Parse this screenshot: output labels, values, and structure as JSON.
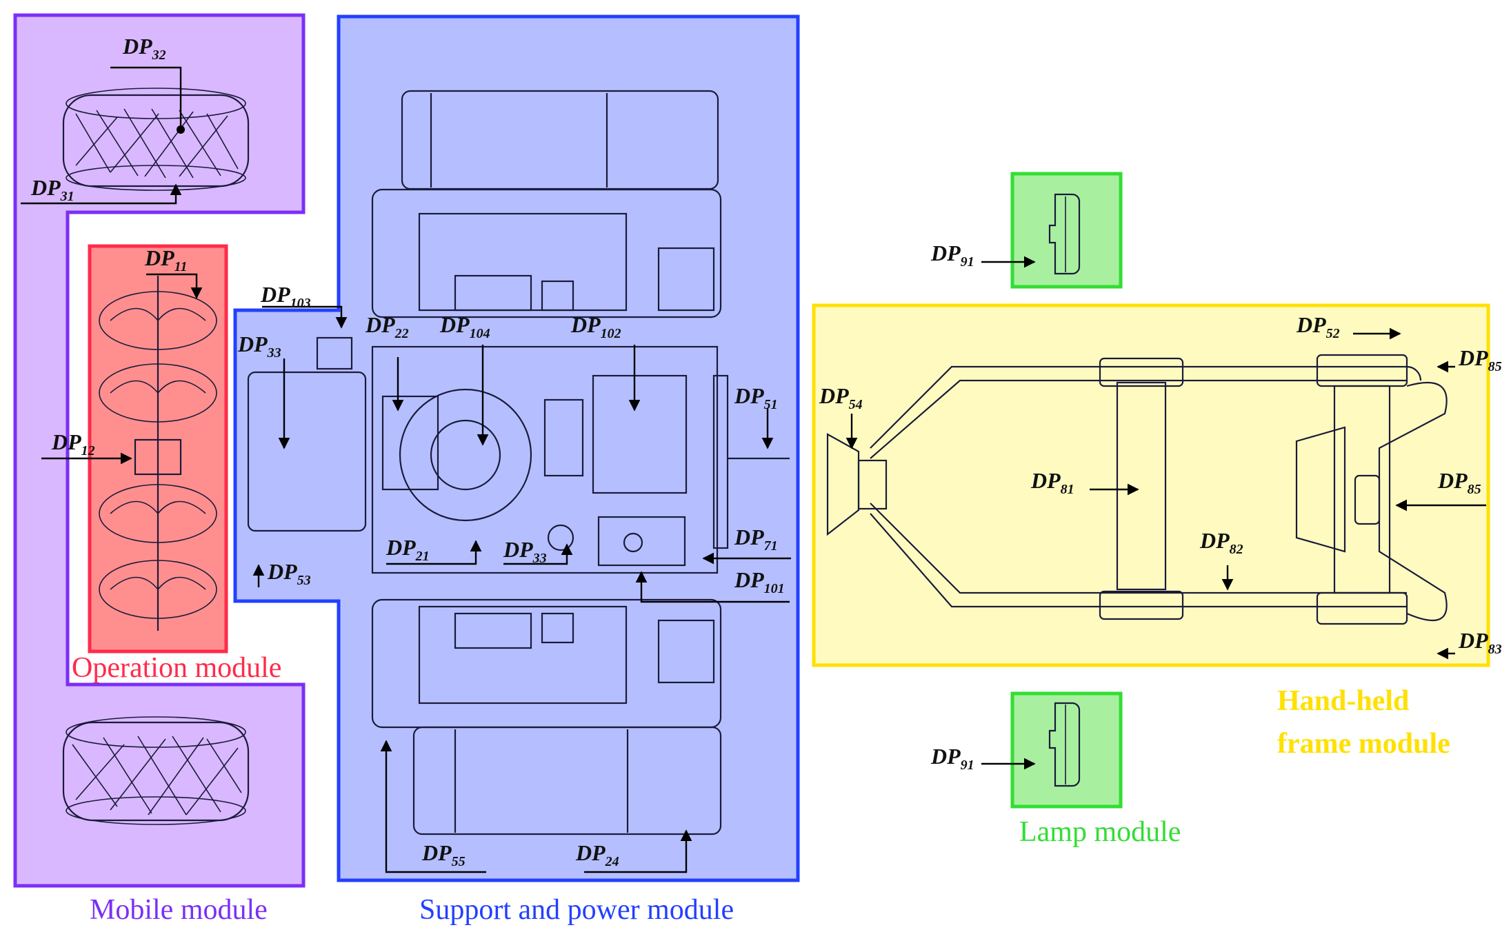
{
  "modules": {
    "mobile": {
      "label": "Mobile module",
      "color": "#7b2ff7",
      "fill": "#d9b8ff"
    },
    "operation": {
      "label": "Operation module",
      "color": "#ff2b4a",
      "fill": "#ff8f8f"
    },
    "support": {
      "label": "Support and power module",
      "color": "#2340ff",
      "fill": "#b5bfff"
    },
    "lamp": {
      "label": "Lamp module",
      "color": "#33dd33",
      "fill": "#a8f0a0"
    },
    "handheld": {
      "label_line1": "Hand-held",
      "label_line2": "frame module",
      "color": "#ffe000",
      "fill": "#fffbc0"
    }
  },
  "labels": {
    "dp32": {
      "base": "DP",
      "sub": "32"
    },
    "dp31": {
      "base": "DP",
      "sub": "31"
    },
    "dp11": {
      "base": "DP",
      "sub": "11"
    },
    "dp12": {
      "base": "DP",
      "sub": "12"
    },
    "dp103": {
      "base": "DP",
      "sub": "103"
    },
    "dp33a": {
      "base": "DP",
      "sub": "33"
    },
    "dp22": {
      "base": "DP",
      "sub": "22"
    },
    "dp104": {
      "base": "DP",
      "sub": "104"
    },
    "dp102": {
      "base": "DP",
      "sub": "102"
    },
    "dp51": {
      "base": "DP",
      "sub": "51"
    },
    "dp21": {
      "base": "DP",
      "sub": "21"
    },
    "dp33b": {
      "base": "DP",
      "sub": "33"
    },
    "dp71": {
      "base": "DP",
      "sub": "71"
    },
    "dp101": {
      "base": "DP",
      "sub": "101"
    },
    "dp53": {
      "base": "DP",
      "sub": "53"
    },
    "dp55": {
      "base": "DP",
      "sub": "55"
    },
    "dp24": {
      "base": "DP",
      "sub": "24"
    },
    "dp91a": {
      "base": "DP",
      "sub": "91"
    },
    "dp91b": {
      "base": "DP",
      "sub": "91"
    },
    "dp52": {
      "base": "DP",
      "sub": "52"
    },
    "dp85a": {
      "base": "DP",
      "sub": "85"
    },
    "dp54": {
      "base": "DP",
      "sub": "54"
    },
    "dp81": {
      "base": "DP",
      "sub": "81"
    },
    "dp85b": {
      "base": "DP",
      "sub": "85"
    },
    "dp82": {
      "base": "DP",
      "sub": "82"
    },
    "dp83": {
      "base": "DP",
      "sub": "83"
    }
  }
}
